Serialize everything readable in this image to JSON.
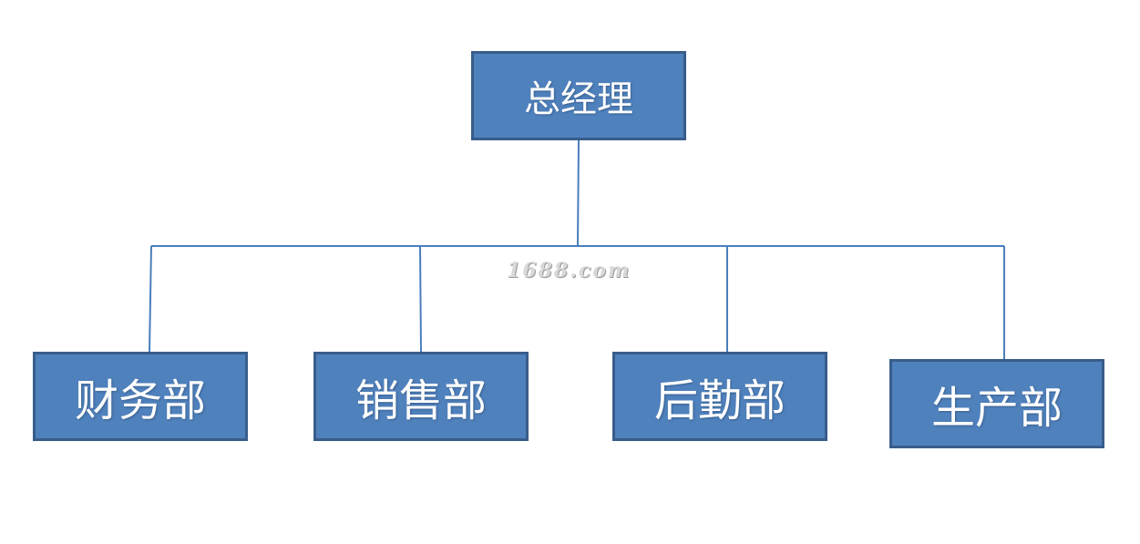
{
  "diagram": {
    "root": {
      "label": "总经理"
    },
    "departments": [
      {
        "label": "财务部"
      },
      {
        "label": "销售部"
      },
      {
        "label": "后勤部"
      },
      {
        "label": "生产部"
      }
    ]
  },
  "watermark": {
    "text": "1688.com"
  },
  "colors": {
    "box_fill": "#4f81bd",
    "box_border": "#385d8a",
    "connector": "#4a7ebb",
    "text": "#ffffff"
  }
}
